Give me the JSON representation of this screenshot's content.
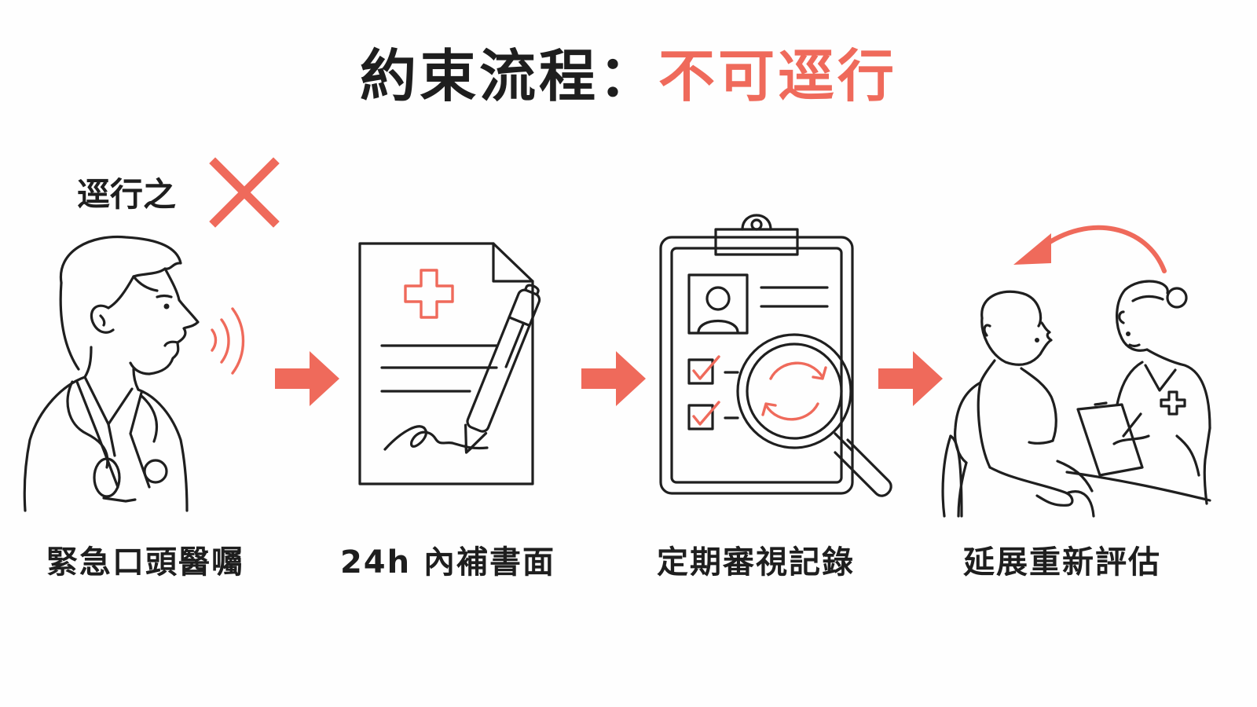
{
  "title": {
    "main": "約束流程：",
    "accent": "不可逕行"
  },
  "steps": [
    {
      "label": "緊急口頭醫囑",
      "note": "逕行之",
      "icon": "doctor-speaking-icon"
    },
    {
      "label": "24h 內補書面",
      "icon": "signed-document-icon"
    },
    {
      "label": "定期審視記錄",
      "icon": "clipboard-review-icon"
    },
    {
      "label": "延展重新評估",
      "icon": "patient-nurse-assessment-icon"
    }
  ],
  "colors": {
    "accent": "#ef6a5b",
    "ink": "#1f1f1f",
    "background": "#fefefe"
  }
}
